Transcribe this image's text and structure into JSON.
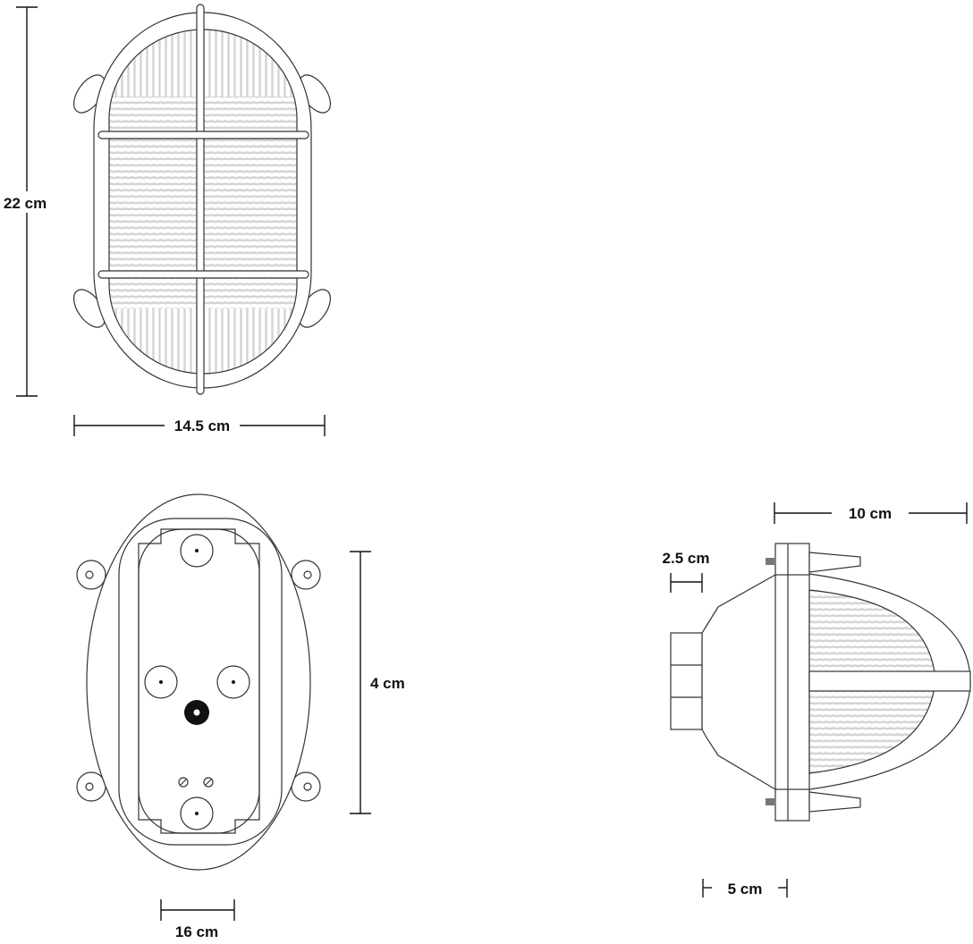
{
  "dimensions": {
    "front_height": "22 cm",
    "front_width": "14.5 cm",
    "back_height": "4 cm",
    "back_width": "16 cm",
    "side_depth": "10 cm",
    "side_box": "2.5 cm",
    "side_flange": "5 cm"
  },
  "colors": {
    "line": "#333333",
    "glass_ribs": "#d4d4d4",
    "label": "#111111"
  }
}
